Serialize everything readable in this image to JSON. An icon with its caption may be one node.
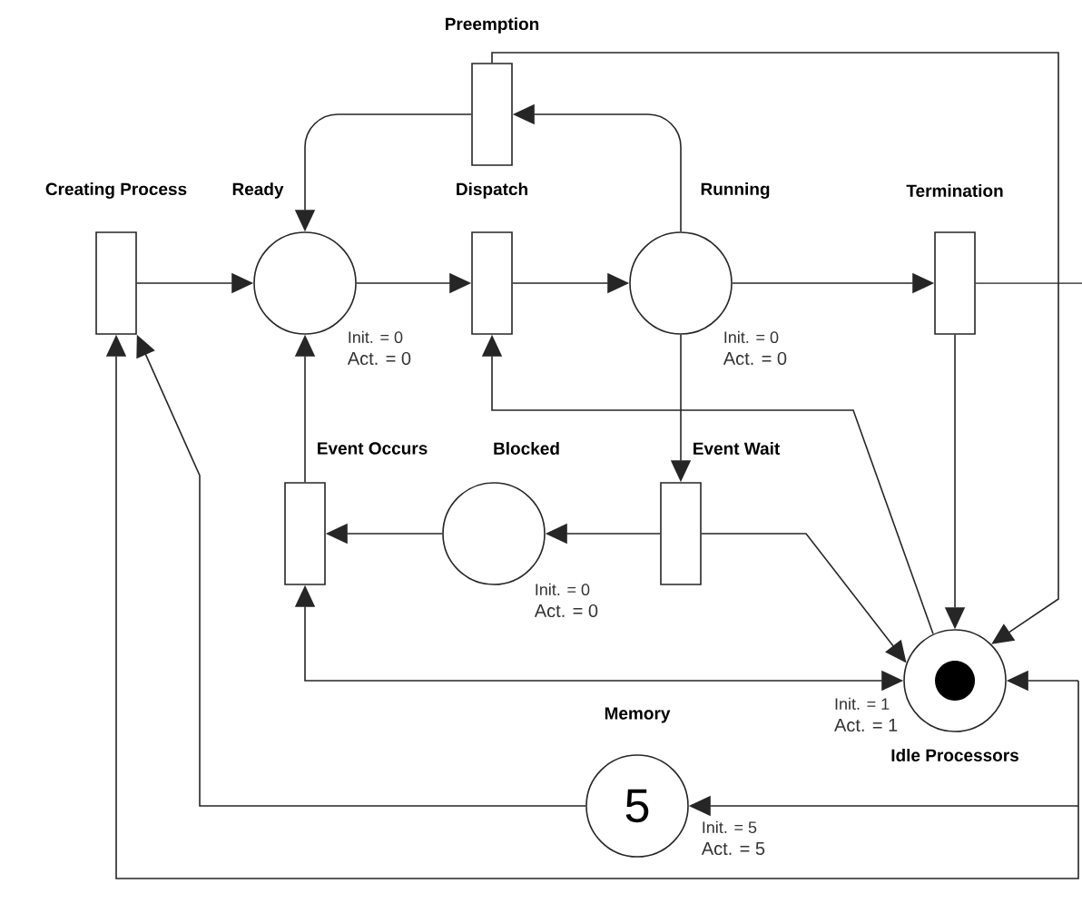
{
  "diagram": {
    "nodes": [
      {
        "text": [
          "Preemption"
        ]
      },
      {
        "text": [
          "Creating Process"
        ]
      },
      {
        "text": [
          "Ready"
        ],
        "beside": [
          "Init. = 0",
          "Act. = 0"
        ]
      },
      {
        "text": [
          "Dispatch"
        ]
      },
      {
        "text": [
          "Running"
        ],
        "beside": [
          "Init. = 0",
          "Act. = 0"
        ]
      },
      {
        "text": [
          "Termination"
        ]
      },
      {
        "text": [
          "Event Occurs"
        ]
      },
      {
        "text": [
          "Blocked"
        ],
        "beside": [
          "Init. = 0",
          "Act. = 0"
        ]
      },
      {
        "text": [
          "Event Wait"
        ]
      },
      {
        "text": [
          "Idle Processors"
        ],
        "beside": [
          "Init. = 1",
          "Act. = 1"
        ]
      },
      {
        "text": [
          "Memory",
          "5"
        ],
        "beside": [
          "Init. = 5",
          "Act. = 5"
        ]
      }
    ],
    "edges": [
      {
        "from": 1,
        "to": 2,
        "arrow": "to"
      },
      {
        "from": 2,
        "to": 3,
        "arrow": "to"
      },
      {
        "from": 3,
        "to": 4,
        "arrow": "to"
      },
      {
        "from": 4,
        "to": 5,
        "arrow": "to"
      },
      {
        "from": 4,
        "to": 0,
        "arrow": "to"
      },
      {
        "from": 0,
        "to": 2,
        "arrow": "to"
      },
      {
        "from": 0,
        "to": 9,
        "arrow": "to"
      },
      {
        "from": 5,
        "to": 9,
        "arrow": "to"
      },
      {
        "from": 5,
        "to": null,
        "arrow": "none"
      },
      {
        "from": null,
        "to": 9,
        "arrow": "to"
      },
      {
        "from": null,
        "to": 10,
        "arrow": "to"
      },
      {
        "from": null,
        "to": 1,
        "arrow": "to"
      },
      {
        "from": 9,
        "to": 3,
        "arrow": "to"
      },
      {
        "from": 4,
        "to": 8,
        "arrow": "to"
      },
      {
        "from": 8,
        "to": 7,
        "arrow": "to"
      },
      {
        "from": 7,
        "to": 6,
        "arrow": "to"
      },
      {
        "from": 6,
        "to": 2,
        "arrow": "to"
      },
      {
        "from": 8,
        "to": 9,
        "arrow": "to"
      },
      {
        "from": 9,
        "to": 6,
        "arrow": "both"
      },
      {
        "from": 10,
        "to": 1,
        "arrow": "to"
      }
    ]
  }
}
